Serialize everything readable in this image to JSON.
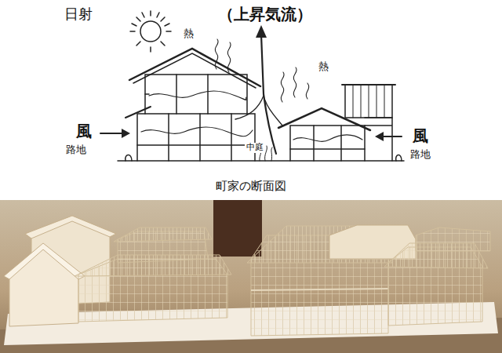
{
  "diagram": {
    "caption": "町家の断面図",
    "labels": [
      "日射",
      "（上昇気流）",
      "熱",
      "熱",
      "風",
      "路地",
      "中庭",
      "風",
      "路地"
    ]
  }
}
